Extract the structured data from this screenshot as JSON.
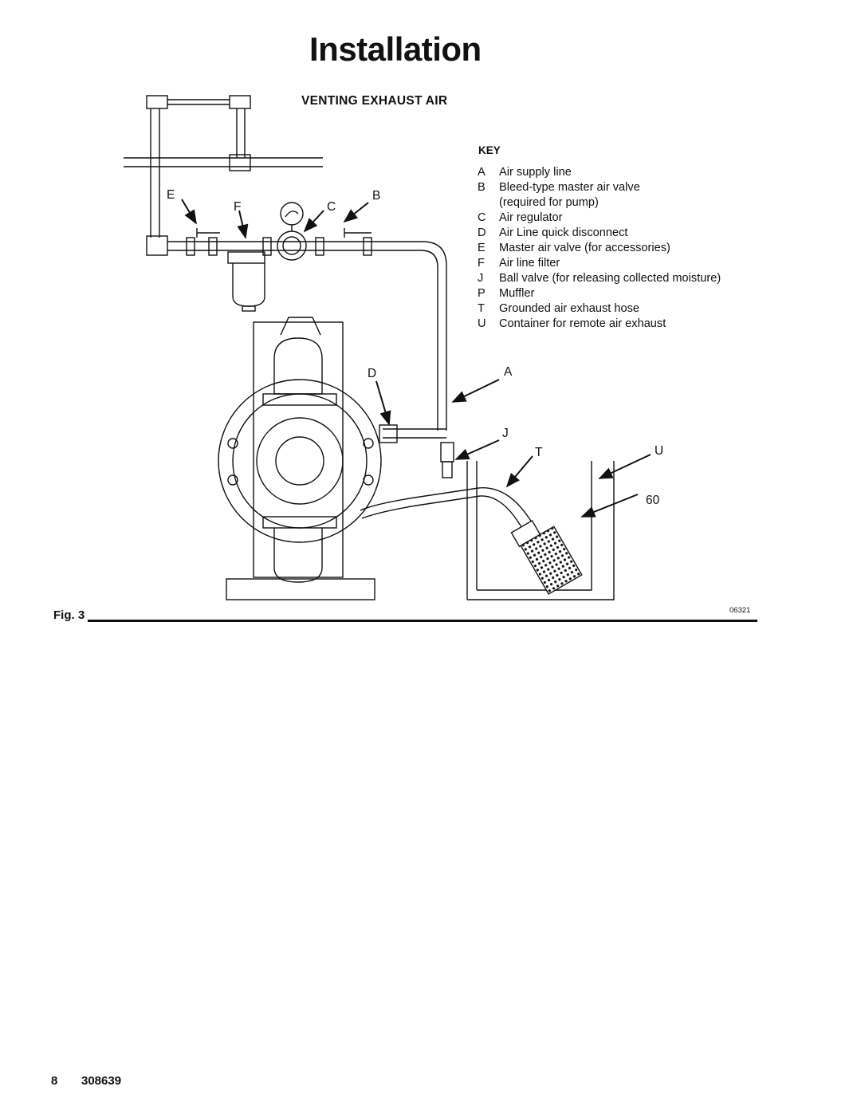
{
  "page": {
    "title": "Installation",
    "page_number": "8",
    "doc_number": "308639"
  },
  "section": {
    "heading": "VENTING EXHAUST AIR"
  },
  "key": {
    "heading": "KEY",
    "items": [
      {
        "letter": "A",
        "text": "Air supply line",
        "cont": ""
      },
      {
        "letter": "B",
        "text": "Bleed-type master air valve",
        "cont": "(required for pump)"
      },
      {
        "letter": "C",
        "text": "Air regulator",
        "cont": ""
      },
      {
        "letter": "D",
        "text": "Air Line quick disconnect",
        "cont": ""
      },
      {
        "letter": "E",
        "text": "Master air valve (for accessories)",
        "cont": ""
      },
      {
        "letter": "F",
        "text": "Air line filter",
        "cont": ""
      },
      {
        "letter": "J",
        "text": "Ball valve (for releasing collected moisture)",
        "cont": ""
      },
      {
        "letter": "P",
        "text": "Muffler",
        "cont": ""
      },
      {
        "letter": "T",
        "text": "Grounded air exhaust hose",
        "cont": ""
      },
      {
        "letter": "U",
        "text": "Container for remote air exhaust",
        "cont": ""
      }
    ]
  },
  "figure": {
    "label": "Fig. 3",
    "number": "06321",
    "callouts": {
      "E": "E",
      "F": "F",
      "C": "C",
      "B": "B",
      "D": "D",
      "A": "A",
      "J": "J",
      "T": "T",
      "U": "U",
      "ref": "60"
    }
  }
}
